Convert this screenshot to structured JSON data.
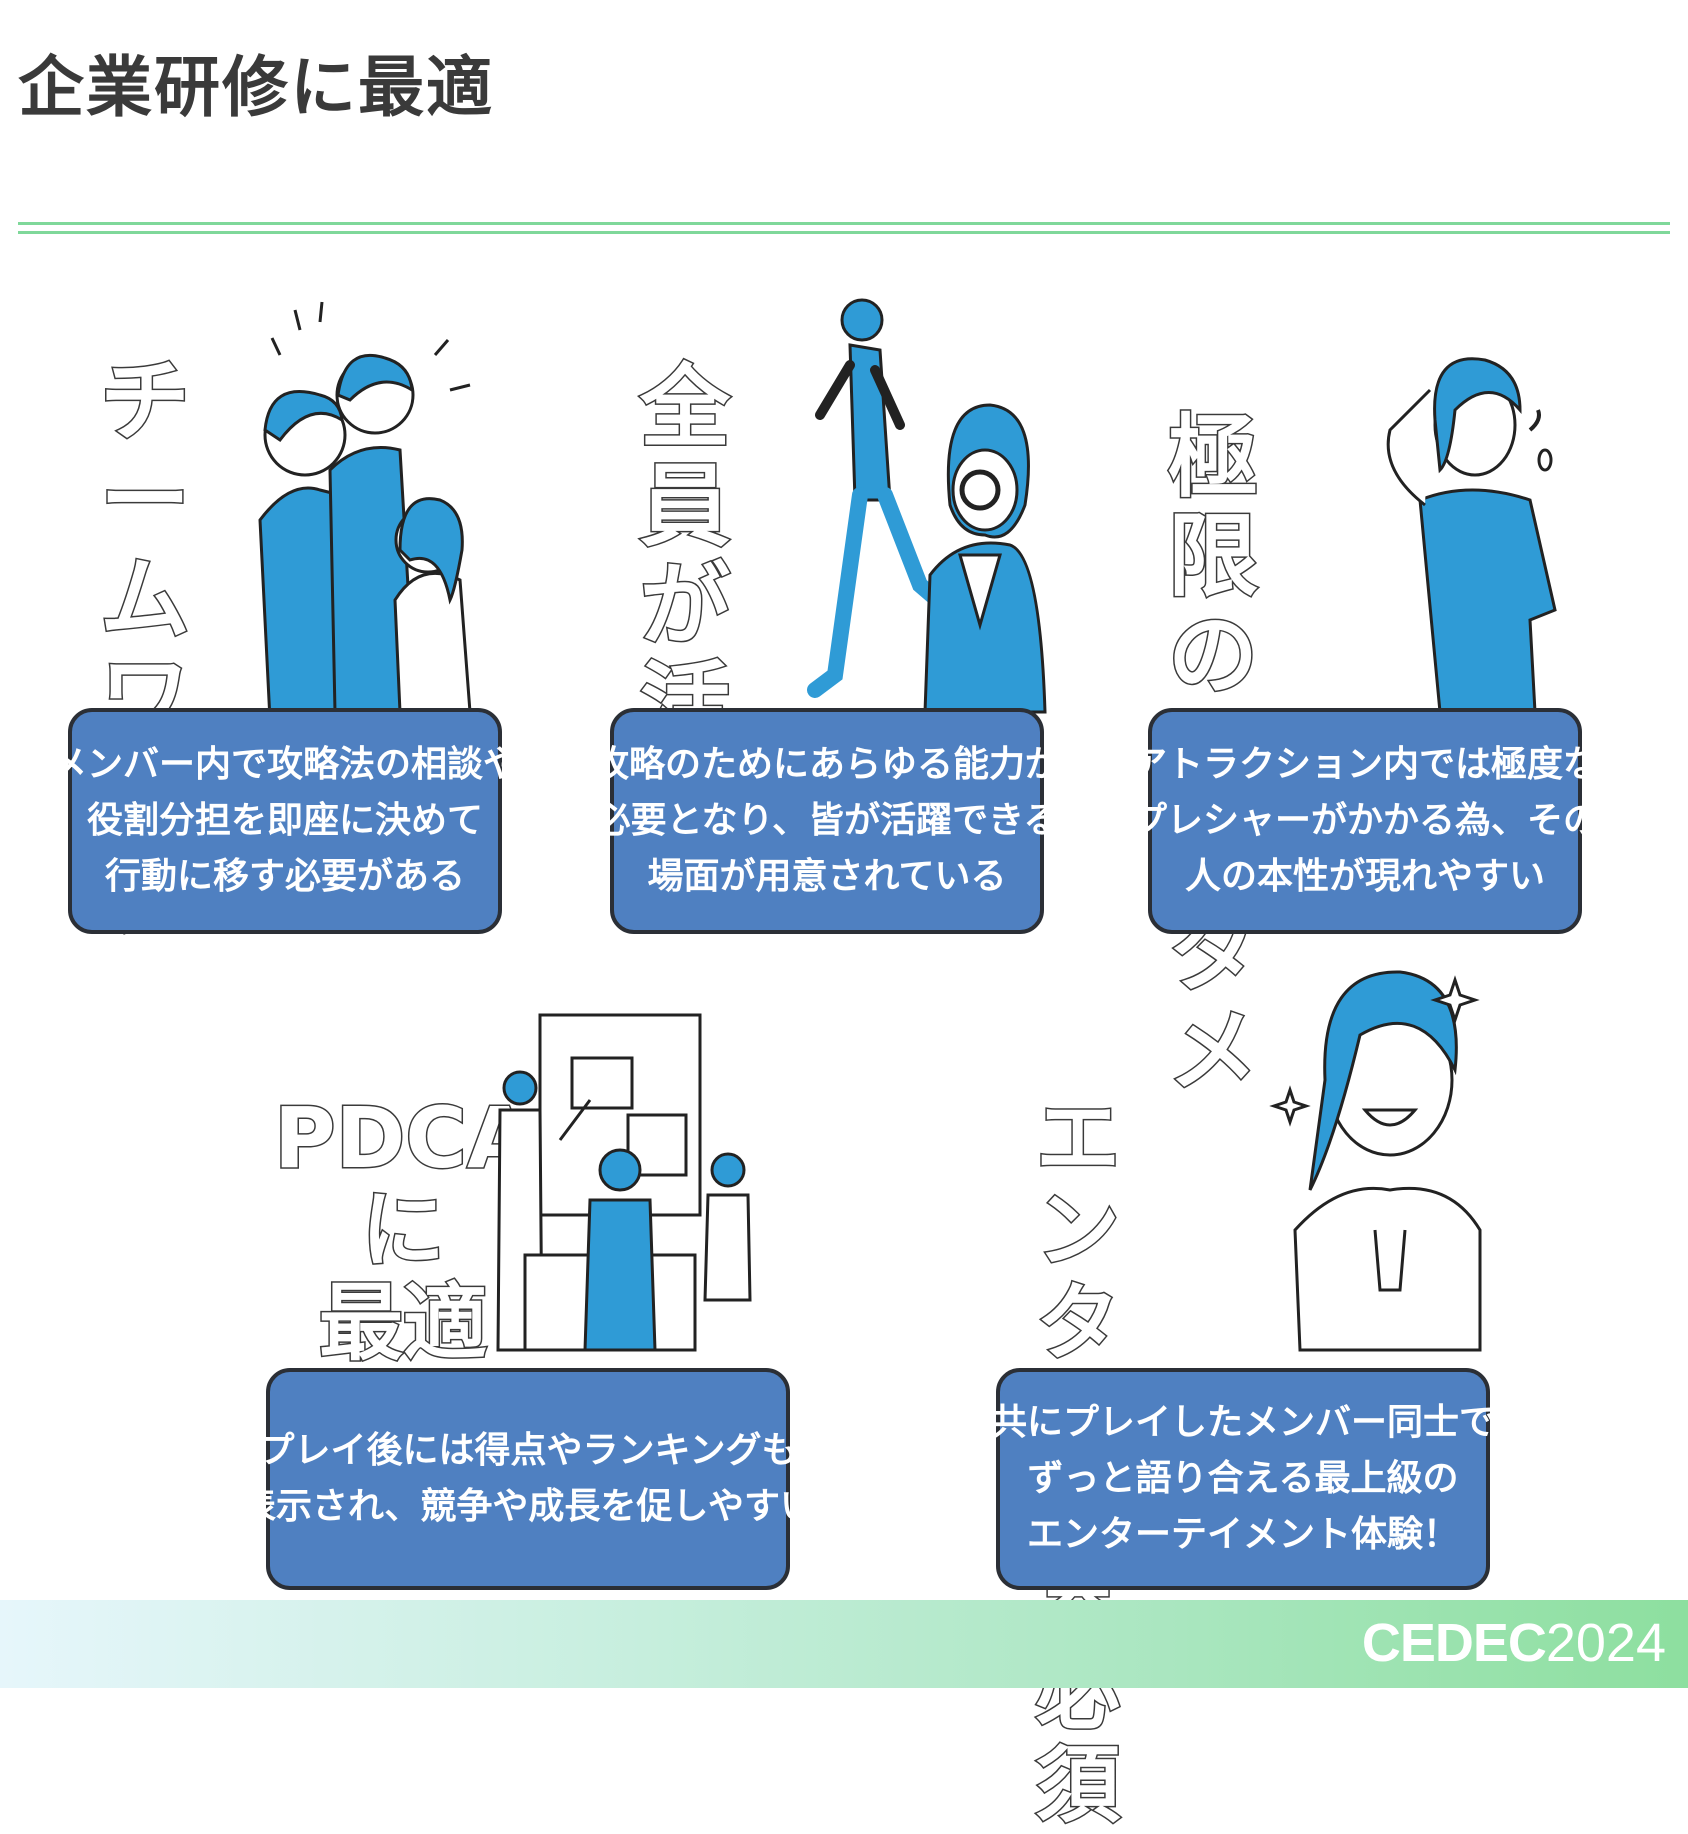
{
  "page": {
    "title": "企業研修に最適"
  },
  "cards": [
    {
      "heading": [
        "チーム",
        "ワーク"
      ],
      "description": [
        "メンバー内で攻略法の相談や",
        "役割分担を即座に決めて",
        "行動に移す必要がある"
      ]
    },
    {
      "heading": [
        "全員が",
        "活躍"
      ],
      "description": [
        "攻略のためにあらゆる能力が",
        "必要となり、皆が活躍できる",
        "場面が用意されている"
      ]
    },
    {
      "heading": [
        "極限の",
        "エンタメ"
      ],
      "description": [
        "アトラクション内では極度な",
        "プレシャーがかかる為、その",
        "人の本性が現れやすい"
      ]
    },
    {
      "heading": [
        "PDCAに",
        "最適"
      ],
      "description": [
        "プレイ後には得点やランキングも",
        "表示され、競争や成長を促しやすい"
      ]
    },
    {
      "heading": [
        "エンタメ",
        "業界必須"
      ],
      "description": [
        "共にプレイしたメンバー同士で",
        "ずっと語り合える最上級の",
        "エンターテイメント体験！"
      ]
    }
  ],
  "footer": {
    "logo_text": "CEDEC",
    "logo_year": "2024"
  },
  "colors": {
    "accent_green": "#7fd89a",
    "box_blue": "#4f80c1",
    "illustration_blue": "#2f9bd6",
    "text_dark": "#3a3a3a"
  }
}
